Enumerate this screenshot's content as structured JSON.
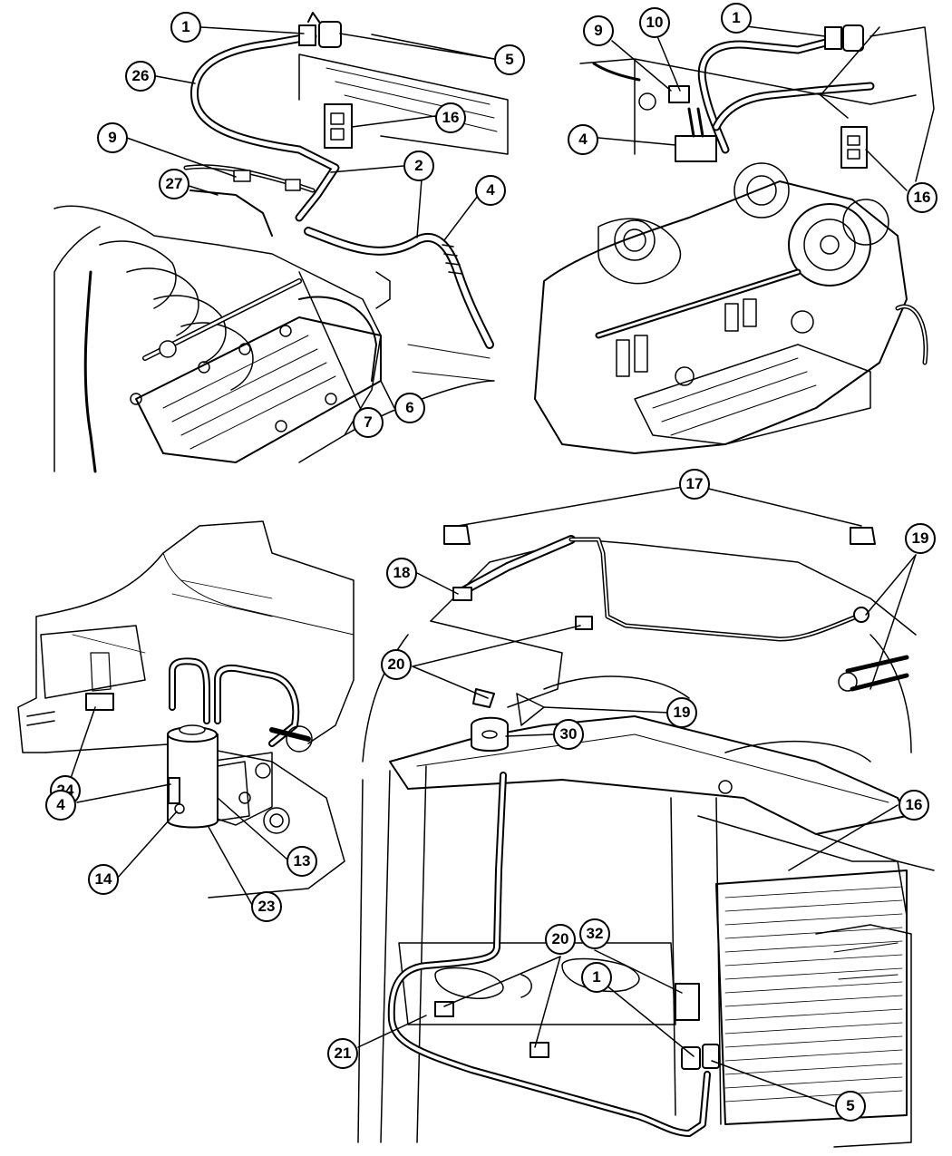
{
  "diagram": {
    "callouts": [
      {
        "id": "c-tl-1",
        "label": "1"
      },
      {
        "id": "c-tl-5",
        "label": "5"
      },
      {
        "id": "c-tl-26",
        "label": "26"
      },
      {
        "id": "c-tl-16",
        "label": "16"
      },
      {
        "id": "c-tl-9",
        "label": "9"
      },
      {
        "id": "c-tl-2",
        "label": "2"
      },
      {
        "id": "c-tl-27",
        "label": "27"
      },
      {
        "id": "c-tl-4",
        "label": "4"
      },
      {
        "id": "c-tl-6",
        "label": "6"
      },
      {
        "id": "c-tl-7",
        "label": "7"
      },
      {
        "id": "c-tr-9",
        "label": "9"
      },
      {
        "id": "c-tr-10",
        "label": "10"
      },
      {
        "id": "c-tr-1",
        "label": "1"
      },
      {
        "id": "c-tr-4",
        "label": "4"
      },
      {
        "id": "c-tr-16",
        "label": "16"
      },
      {
        "id": "c-bl-24",
        "label": "24"
      },
      {
        "id": "c-bl-4",
        "label": "4"
      },
      {
        "id": "c-bl-14",
        "label": "14"
      },
      {
        "id": "c-bl-13",
        "label": "13"
      },
      {
        "id": "c-bl-23",
        "label": "23"
      },
      {
        "id": "c-br-17",
        "label": "17"
      },
      {
        "id": "c-br-18",
        "label": "18"
      },
      {
        "id": "c-br-19a",
        "label": "19"
      },
      {
        "id": "c-br-20a",
        "label": "20"
      },
      {
        "id": "c-br-19b",
        "label": "19"
      },
      {
        "id": "c-br-30",
        "label": "30"
      },
      {
        "id": "c-br-16",
        "label": "16"
      },
      {
        "id": "c-br-20b",
        "label": "20"
      },
      {
        "id": "c-br-32",
        "label": "32"
      },
      {
        "id": "c-br-1",
        "label": "1"
      },
      {
        "id": "c-br-21",
        "label": "21"
      },
      {
        "id": "c-br-5",
        "label": "5"
      }
    ]
  }
}
